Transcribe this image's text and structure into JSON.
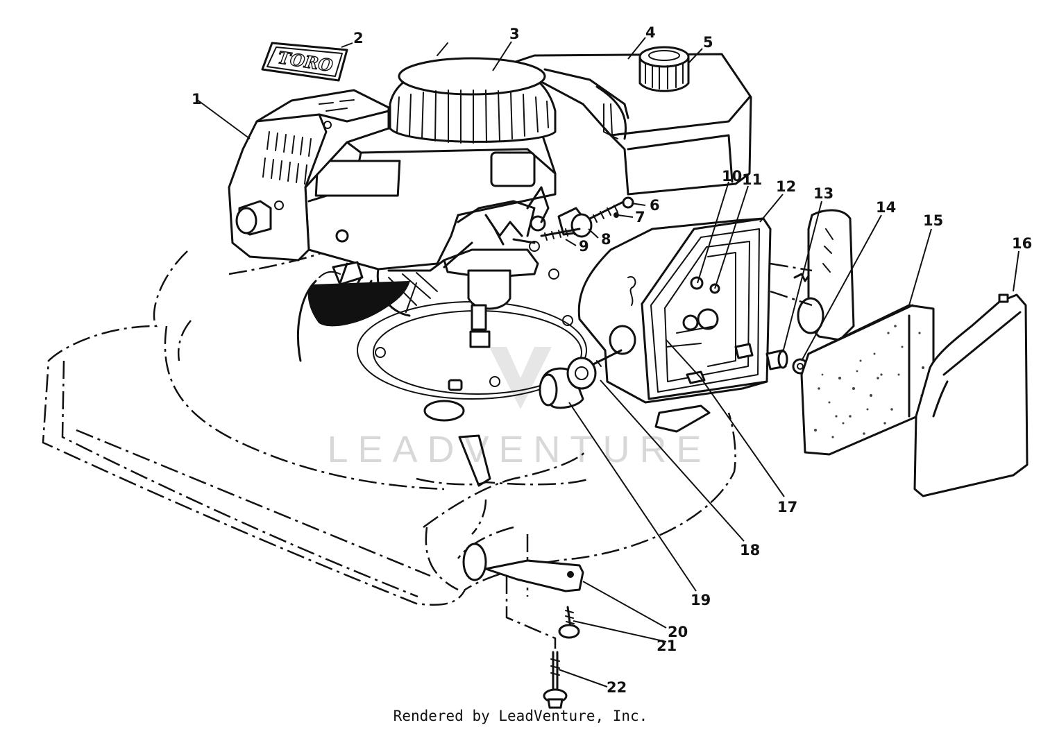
{
  "logo_text": "TORO",
  "watermark": "LEADVENTURE",
  "credit": "Rendered by LeadVenture, Inc.",
  "callouts": [
    "1",
    "2",
    "3",
    "4",
    "5",
    "6",
    "7",
    "8",
    "9",
    "10",
    "11",
    "12",
    "13",
    "14",
    "15",
    "16",
    "17",
    "18",
    "19",
    "20",
    "21",
    "22"
  ]
}
